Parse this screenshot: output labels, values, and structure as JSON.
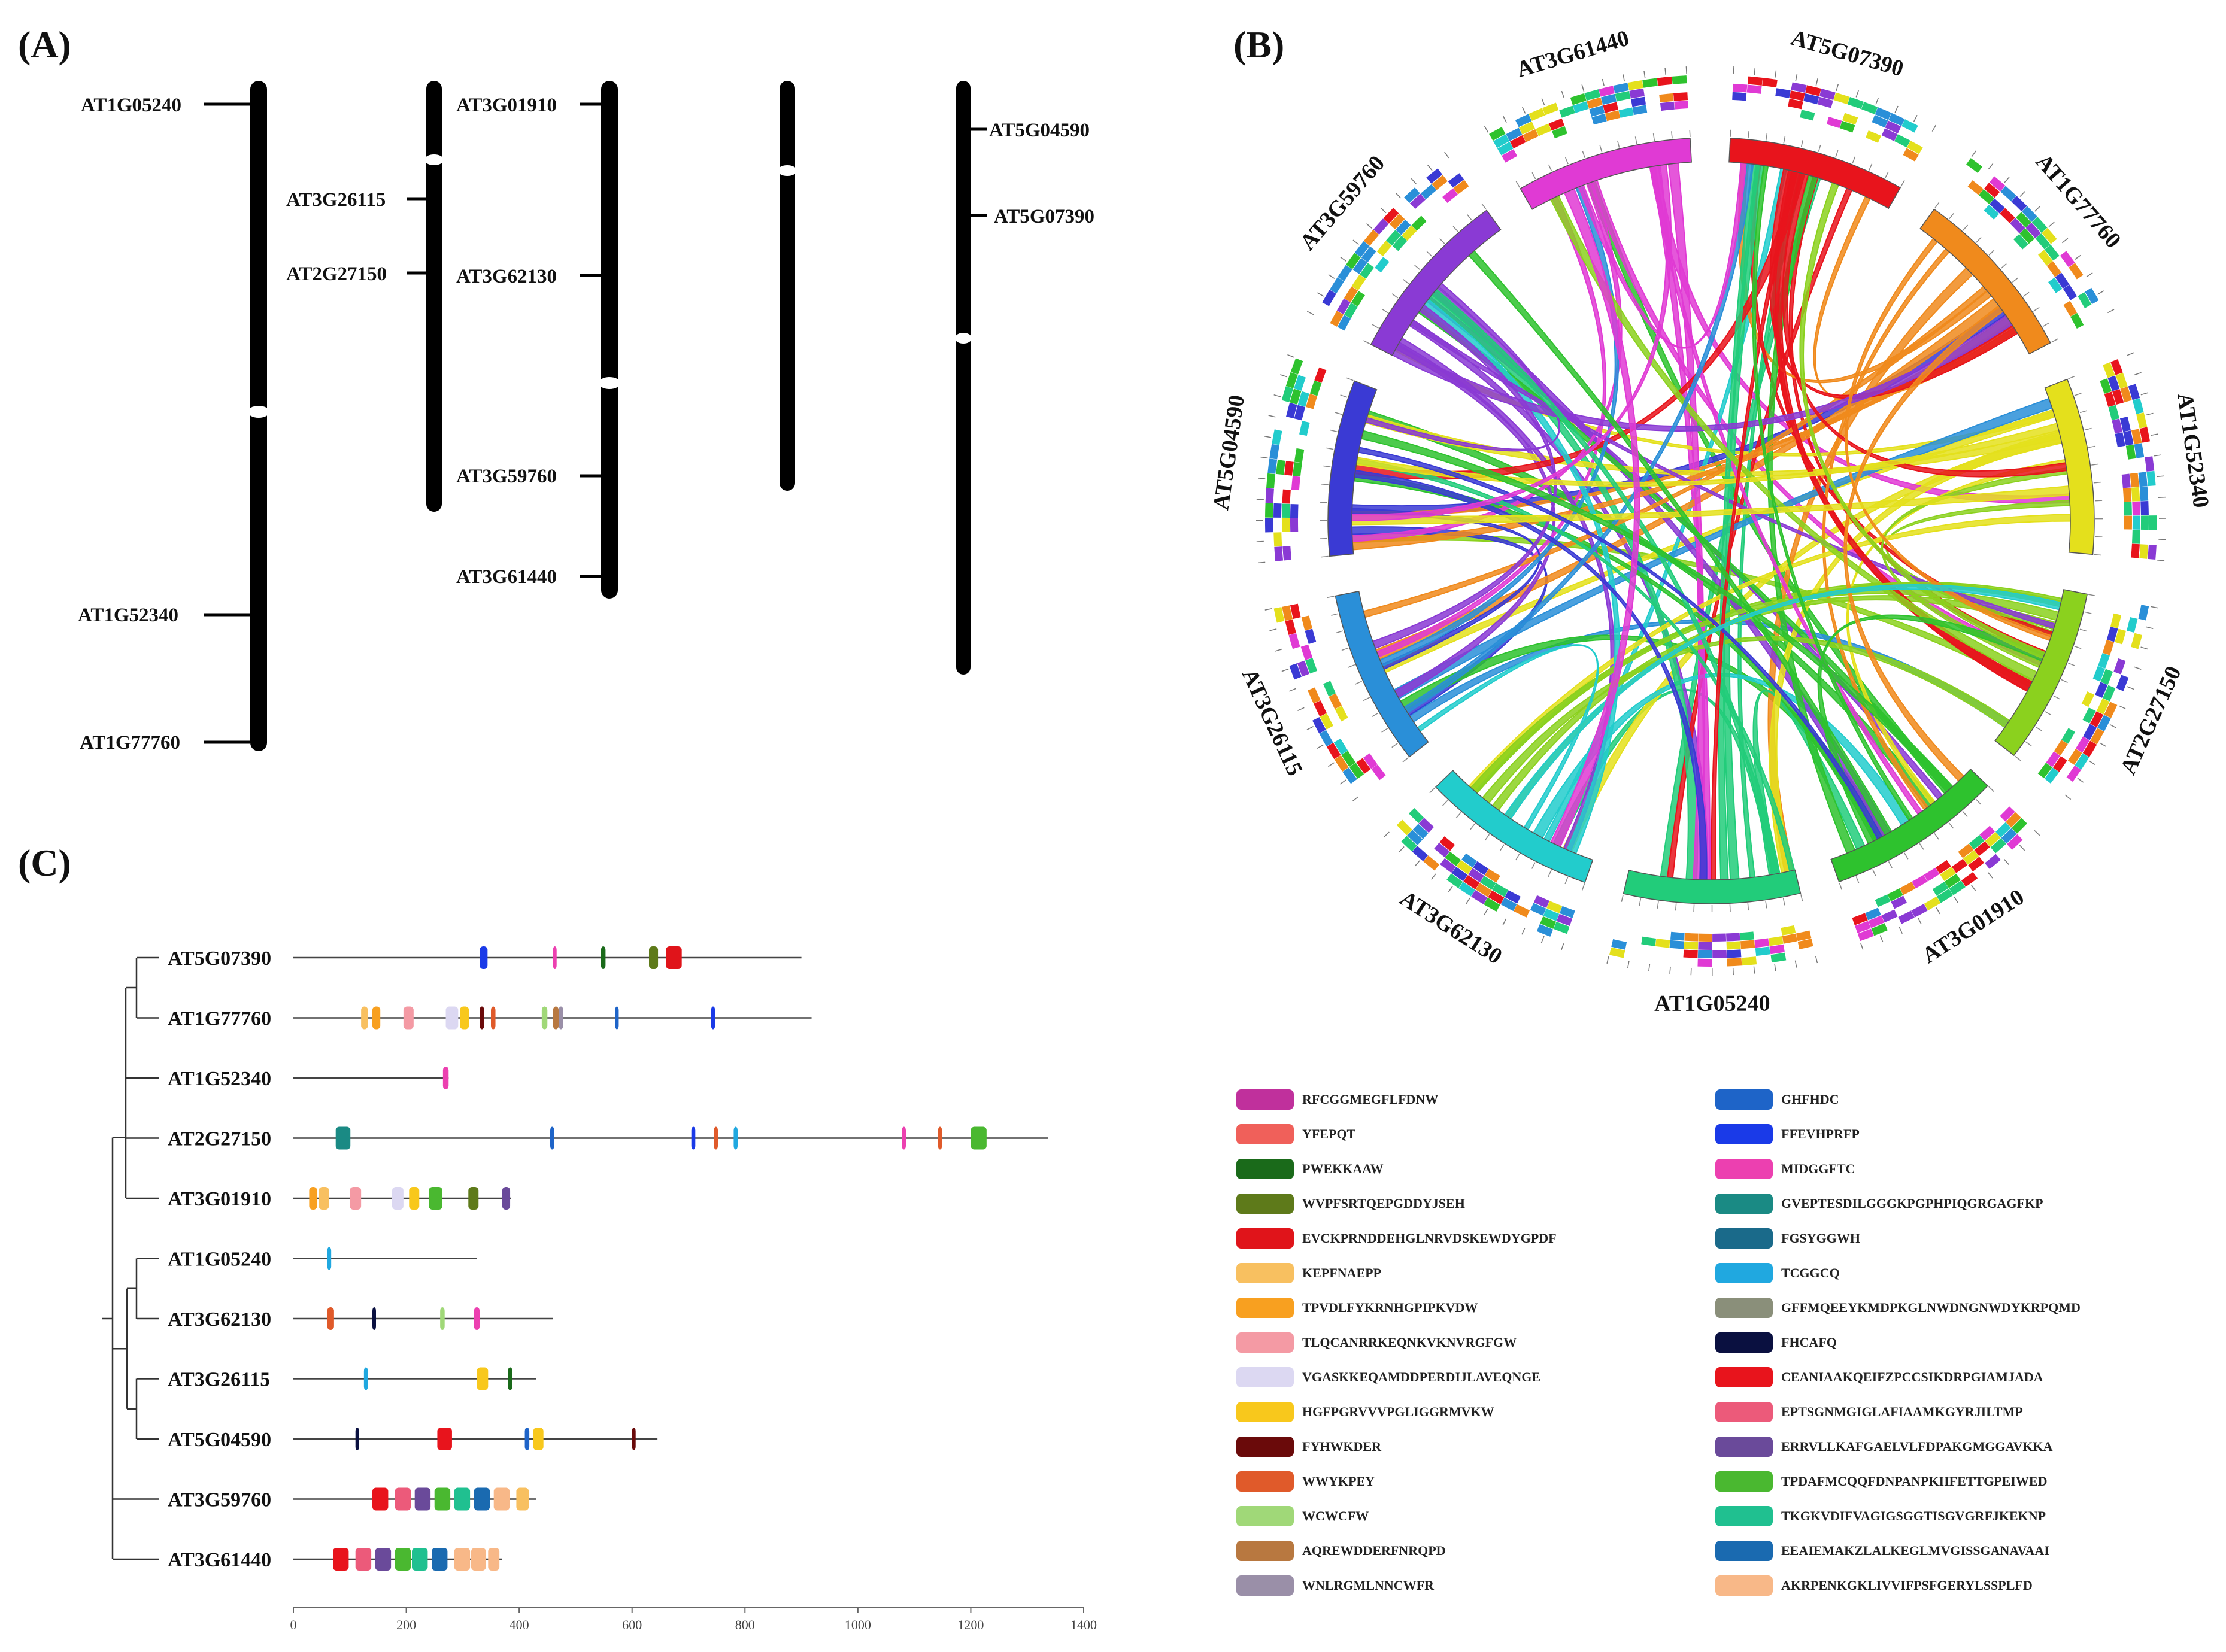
{
  "panels": {
    "a": "(A)",
    "b": "(B)",
    "c": "(C)"
  },
  "panel_a": {
    "gene_labels": [
      "AT1G05240",
      "AT1G52340",
      "AT1G77760",
      "AT3G26115",
      "AT2G27150",
      "AT3G01910",
      "AT3G62130",
      "AT3G59760",
      "AT3G61440",
      "AT5G04590",
      "AT5G07390"
    ]
  },
  "panel_b": {
    "segments": [
      {
        "name": "AT5G07390",
        "color": "#e8141c"
      },
      {
        "name": "AT1G77760",
        "color": "#f08a1c"
      },
      {
        "name": "AT1G52340",
        "color": "#e4e01c"
      },
      {
        "name": "AT2G27150",
        "color": "#8bd11e"
      },
      {
        "name": "AT3G01910",
        "color": "#2ec22e"
      },
      {
        "name": "AT1G05240",
        "color": "#22cc7a"
      },
      {
        "name": "AT3G62130",
        "color": "#22cccc"
      },
      {
        "name": "AT3G26115",
        "color": "#2a8fd8"
      },
      {
        "name": "AT5G04590",
        "color": "#3a3ad4"
      },
      {
        "name": "AT3G59760",
        "color": "#8a3ad4"
      },
      {
        "name": "AT3G61440",
        "color": "#e03ad4"
      }
    ]
  },
  "panel_c": {
    "genes": [
      {
        "name": "AT5G07390",
        "length": 900
      },
      {
        "name": "AT1G77760",
        "length": 918
      },
      {
        "name": "AT1G52340",
        "length": 275
      },
      {
        "name": "AT2G27150",
        "length": 1337
      },
      {
        "name": "AT3G01910",
        "length": 385
      },
      {
        "name": "AT1G05240",
        "length": 325
      },
      {
        "name": "AT3G62130",
        "length": 460
      },
      {
        "name": "AT3G26115",
        "length": 430
      },
      {
        "name": "AT5G04590",
        "length": 645
      },
      {
        "name": "AT3G59760",
        "length": 430
      },
      {
        "name": "AT3G61440",
        "length": 370
      }
    ],
    "axis_ticks": [
      "0",
      "200",
      "400",
      "600",
      "800",
      "1000",
      "1200",
      "1400"
    ]
  },
  "legend": [
    {
      "label": "RFCGGMEGFLFDNW",
      "color": "#c0309c"
    },
    {
      "label": "YFEPQT",
      "color": "#f0605a"
    },
    {
      "label": "PWEKKAAW",
      "color": "#1a6a1a"
    },
    {
      "label": "WVPFSRTQEPGDDYJSEH",
      "color": "#5e7a1a"
    },
    {
      "label": "EVCKPRNDDEHGLNRVDSKEWDYGPDF",
      "color": "#e0141a"
    },
    {
      "label": "KEPFNAEPP",
      "color": "#f8c060"
    },
    {
      "label": "TPVDLFYKRNHGPIPKVDW",
      "color": "#f8a020"
    },
    {
      "label": "TLQCANRRKEQNKVKNVRGFGW",
      "color": "#f49aa4"
    },
    {
      "label": "VGASKKEQAMDDPERDIJLAVEQNGE",
      "color": "#dcd8f2"
    },
    {
      "label": "HGFPGRVVVPGLIGGRMVKW",
      "color": "#f8c81c"
    },
    {
      "label": "FYHWKDER",
      "color": "#6a0a0a"
    },
    {
      "label": "WWYKPEY",
      "color": "#e05a2a"
    },
    {
      "label": "WCWCFW",
      "color": "#a0d878"
    },
    {
      "label": "AQREWDDERFNRQPD",
      "color": "#b87840"
    },
    {
      "label": "WNLRGMLNNCWFR",
      "color": "#9a8fa8"
    },
    {
      "label": "GHFHDC",
      "color": "#1e64c8"
    },
    {
      "label": "FFEVHPRFP",
      "color": "#1a3ae8"
    },
    {
      "label": "MIDGGFTC",
      "color": "#ec40b0"
    },
    {
      "label": "GVEPTESDILGGGKPGPHPIQGRGAGFKP",
      "color": "#1a8a84"
    },
    {
      "label": "FGSYGGWH",
      "color": "#1a6a8a"
    },
    {
      "label": "TCGGCQ",
      "color": "#20a8e0"
    },
    {
      "label": "GFFMQEEYKMDPKGLNWDNGNWDYKRPQMD",
      "color": "#8a8f7a"
    },
    {
      "label": "FHCAFQ",
      "color": "#0a1040"
    },
    {
      "label": "CEANIAAKQEIFZPCCSIKDRPGIAMJADA",
      "color": "#e8141c"
    },
    {
      "label": "EPTSGNMGIGLAFIAAMKGYRJILTMP",
      "color": "#ec5a7a"
    },
    {
      "label": "ERRVLLKAFGAELVLFDPAKGMGGAVKKA",
      "color": "#6a4a9a"
    },
    {
      "label": "TPDAFMCQQFDNPANPKIIFETTGPEIWED",
      "color": "#4ab830"
    },
    {
      "label": "TKGKVDIFVAGIGSGGTISGVGRFJKEKNP",
      "color": "#20c090"
    },
    {
      "label": "EEAIEMAKZLALKEGLMVGISSGANAVAAI",
      "color": "#1a6ab0"
    },
    {
      "label": "AKRPENKGKLIVVIFPSFGERYLSSPLFD",
      "color": "#f8b888"
    }
  ]
}
